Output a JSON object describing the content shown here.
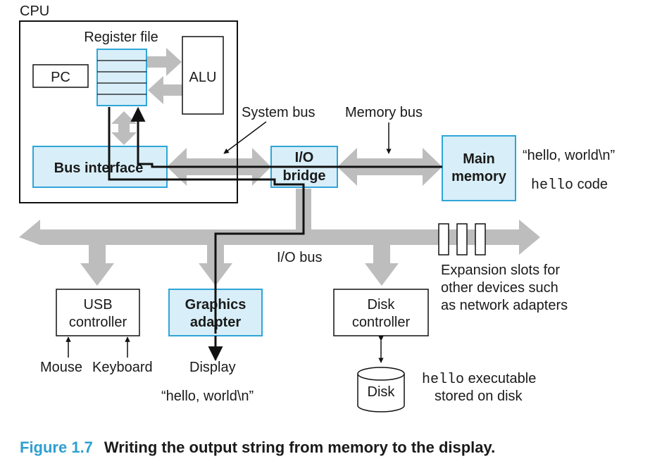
{
  "cpu": {
    "label": "CPU",
    "register_file": "Register file",
    "pc": "PC",
    "alu": "ALU",
    "bus_interface": "Bus interface"
  },
  "buses": {
    "system_bus": "System bus",
    "memory_bus": "Memory bus",
    "io_bus": "I/O bus"
  },
  "io_bridge": {
    "line1": "I/O",
    "line2": "bridge"
  },
  "main_memory": {
    "line1": "Main",
    "line2": "memory",
    "string_label": "“hello, world\\n”",
    "code_mono": "hello",
    "code_text": " code"
  },
  "usb": {
    "line1": "USB",
    "line2": "controller",
    "mouse": "Mouse",
    "keyboard": "Keyboard"
  },
  "graphics": {
    "line1": "Graphics",
    "line2": "adapter",
    "display": "Display",
    "display_string": "“hello, world\\n”"
  },
  "disk_controller": {
    "line1": "Disk",
    "line2": "controller"
  },
  "disk": {
    "label": "Disk",
    "exec_mono": "hello",
    "exec_text": " executable",
    "exec_line2": "stored on disk"
  },
  "expansion": {
    "line1": "Expansion slots for",
    "line2": "other devices such",
    "line3": "as network adapters"
  },
  "caption": {
    "figure": "Figure 1.7",
    "text": "Writing the output string from memory to the display."
  },
  "colors": {
    "box_fill": "#d8eef8",
    "box_stroke": "#2fa5d8",
    "bus_gray": "#bdbdbd",
    "caption_blue": "#2f9fd0"
  }
}
